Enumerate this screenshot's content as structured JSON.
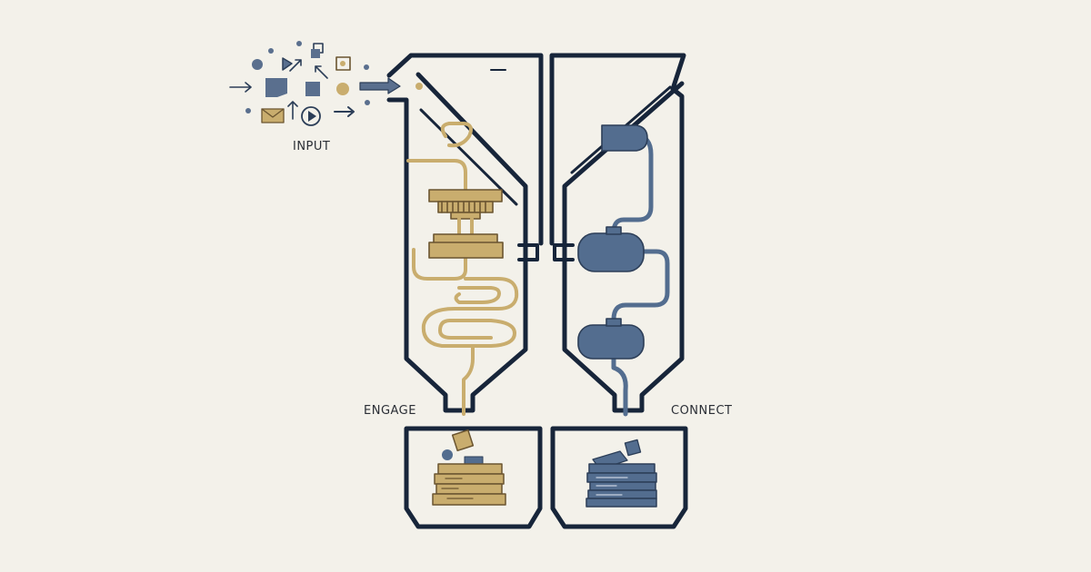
{
  "labels": {
    "input": "INPUT",
    "engage": "ENGAGE",
    "connect": "CONNECT"
  },
  "colors": {
    "background": "#f3f1ea",
    "outline": "#17253a",
    "gold": "#c9ad6e",
    "gold_dark": "#6b5530",
    "blue": "#536d8f",
    "blue_dark": "#2c3e58",
    "accent": "#5a6f8e"
  },
  "icons": [
    "circle",
    "square",
    "triangle",
    "arrow",
    "envelope",
    "play",
    "gear",
    "stack"
  ]
}
